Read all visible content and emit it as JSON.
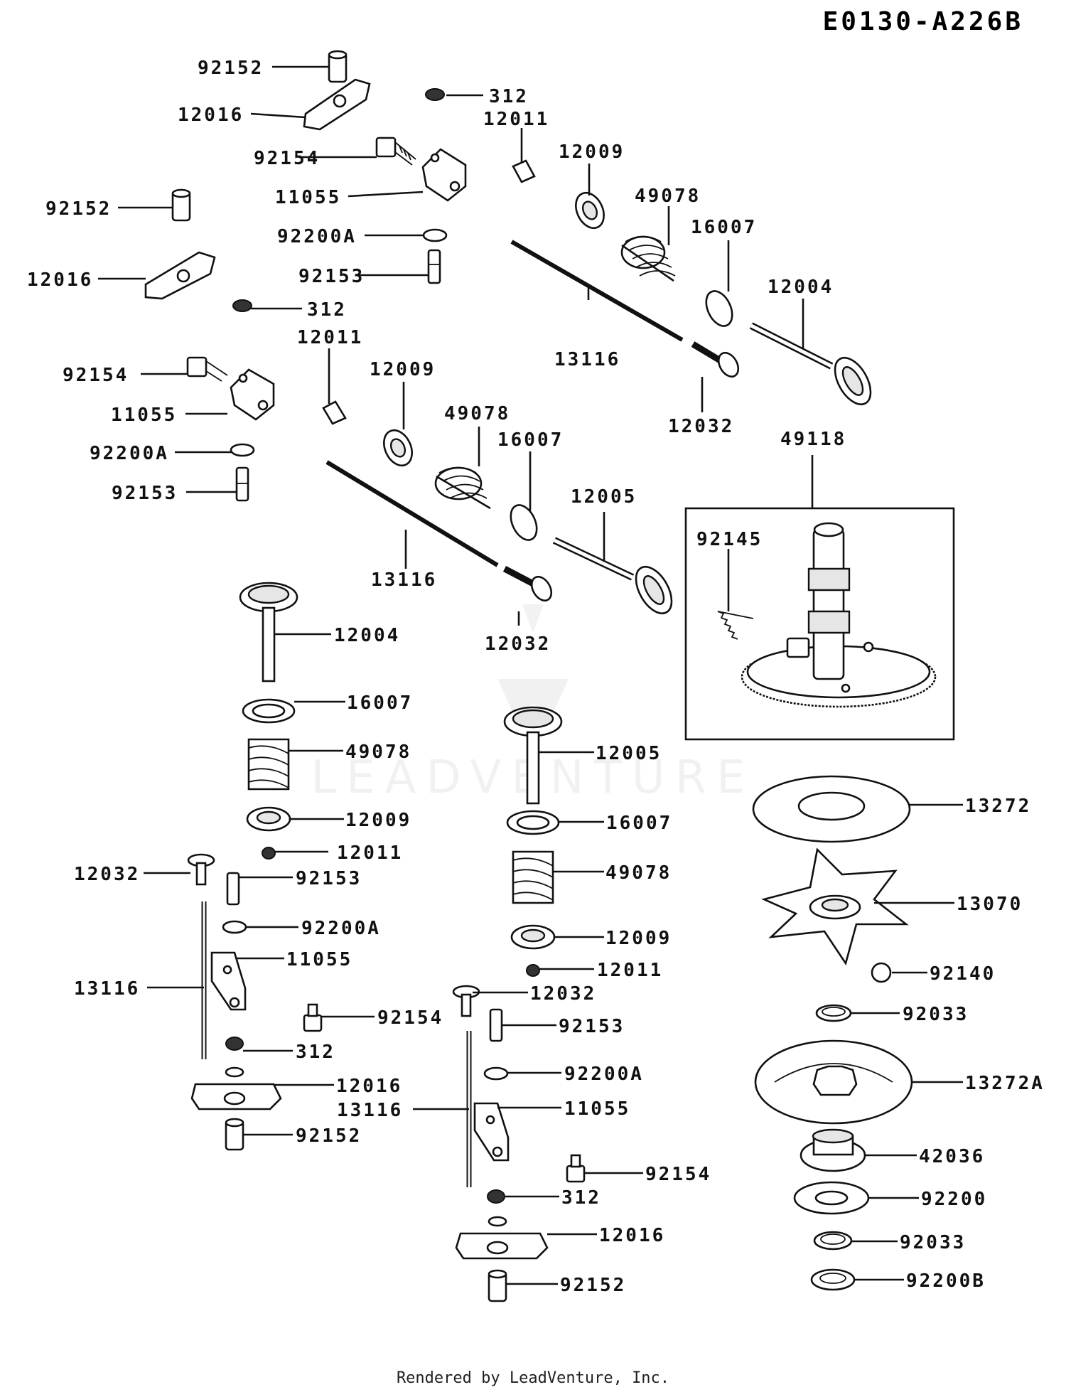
{
  "drawing_id": "E0130-A226B",
  "footer": "Rendered by LeadVenture, Inc.",
  "watermark": "LEADVENTURE",
  "colors": {
    "ink": "#111111",
    "background": "#ffffff"
  },
  "labels": {
    "l01": "92152",
    "l02": "12016",
    "l03": "312",
    "l04": "12011",
    "l05": "12009",
    "l06": "92154",
    "l07": "11055",
    "l08": "49078",
    "l09": "16007",
    "l10": "92152",
    "l11": "92200A",
    "l12": "12004",
    "l13": "92153",
    "l14": "12016",
    "l15": "312",
    "l16": "13116",
    "l17": "12011",
    "l18": "12009",
    "l19": "92154",
    "l20": "12032",
    "l21": "49078",
    "l22": "16007",
    "l23": "49118",
    "l24": "11055",
    "l25": "92200A",
    "l26": "12005",
    "l27": "92153",
    "l28": "92145",
    "l29": "13116",
    "l30": "12004",
    "l31": "12032",
    "l32": "16007",
    "l33": "49078",
    "l34": "12005",
    "l35": "13272",
    "l36": "12009",
    "l37": "16007",
    "l38": "12011",
    "l39": "12032",
    "l40": "92153",
    "l41": "49078",
    "l42": "13070",
    "l43": "92200A",
    "l44": "11055",
    "l45": "12009",
    "l46": "13116",
    "l47": "12011",
    "l48": "92140",
    "l49": "12032",
    "l50": "92154",
    "l51": "92033",
    "l52": "312",
    "l53": "92153",
    "l54": "12016",
    "l55": "13272A",
    "l56": "92200A",
    "l57": "13116",
    "l58": "11055",
    "l59": "92152",
    "l60": "92154",
    "l61": "42036",
    "l62": "312",
    "l63": "92200",
    "l64": "12016",
    "l65": "92033",
    "l66": "92152",
    "l67": "92200B"
  }
}
